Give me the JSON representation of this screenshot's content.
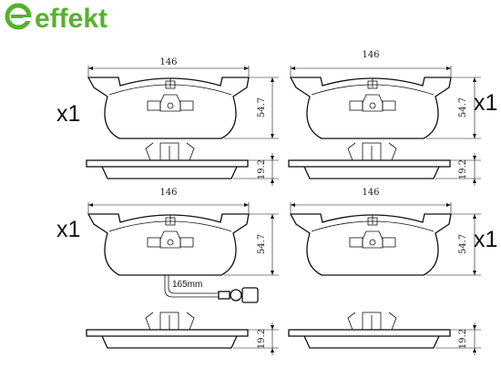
{
  "brand": {
    "name": "effekt",
    "color": "#55b22c",
    "icon": "effekt-logo-icon"
  },
  "pads": [
    {
      "id": "top-left",
      "quantity": "x1",
      "width": "146",
      "height": "54.7",
      "thickness": "19.2",
      "wear_sensor": false
    },
    {
      "id": "top-right",
      "quantity": "x1",
      "width": "146",
      "height": "54.7",
      "thickness": "19.2",
      "wear_sensor": false
    },
    {
      "id": "bottom-left",
      "quantity": "x1",
      "width": "146",
      "height": "54.7",
      "thickness": "19.2",
      "wear_sensor": true
    },
    {
      "id": "bottom-right",
      "quantity": "x1",
      "width": "146",
      "height": "54.7",
      "thickness": "19.2",
      "wear_sensor": false
    }
  ],
  "wear_sensor": {
    "cable_length": "165mm"
  }
}
